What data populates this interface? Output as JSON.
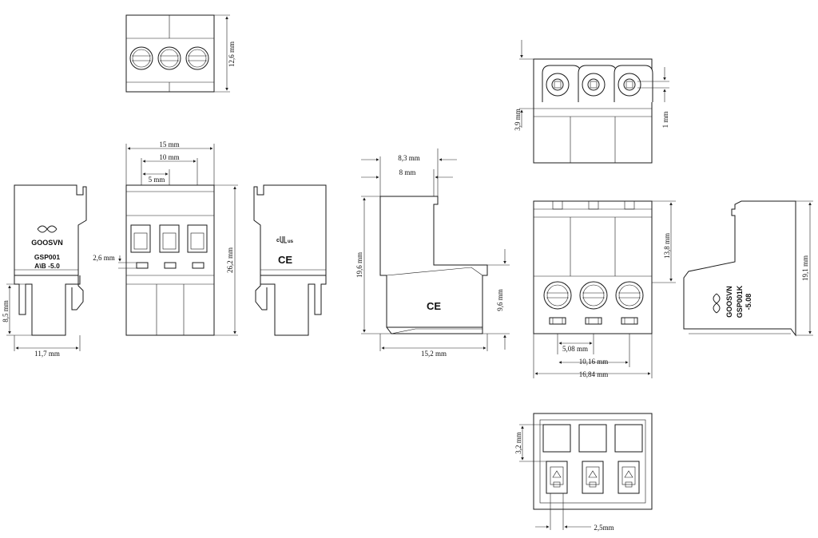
{
  "dimensions": {
    "top_view_height": "12,6 mm",
    "front_width_15": "15 mm",
    "front_width_10": "10 mm",
    "front_pitch_5": "5 mm",
    "front_height": "26,2 mm",
    "front_slot": "2,6 mm",
    "left_base_height": "8,5 mm",
    "left_base_width": "11,7 mm",
    "side_top_8_3": "8,3 mm",
    "side_top_8": "8 mm",
    "side_height": "19,6 mm",
    "side_step": "9,6 mm",
    "side_width": "15,2 mm",
    "top2_height": "3,9 mm",
    "top2_detail": "1 mm",
    "front2_height": "13,8 mm",
    "pitch_508": "5,08 mm",
    "pitch_1016": "10,16 mm",
    "width_1684": "16,84 mm",
    "right_height": "19,1 mm",
    "bottom_height": "3,2 mm",
    "bottom_pitch": "2,5mm"
  },
  "labels": {
    "left_brand": "GOOSVN",
    "left_model": "GSP001",
    "left_variant": "A\\B -5.0",
    "right_brand": "GOOSVN",
    "right_model": "GSP001K",
    "right_variant": "-5.08",
    "ce_mark": "CE",
    "ul_mark": "c",
    "ul_us": "us"
  }
}
